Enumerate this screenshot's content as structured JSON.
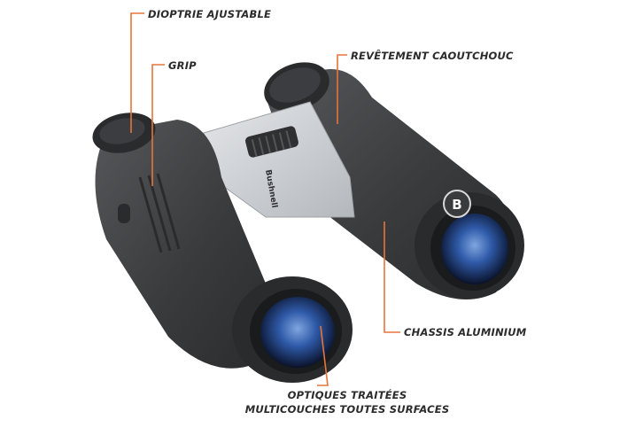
{
  "callouts": {
    "dioptre": "DIOPTRIE AJUSTABLE",
    "grip": "GRIP",
    "revetement": "REVÊTEMENT CAOUTCHOUC",
    "chassis": "CHASSIS ALUMINIUM",
    "optiques_line1": "OPTIQUES TRAITÉES",
    "optiques_line2": "MULTICOUCHES TOUTES SURFACES"
  },
  "product": {
    "bridge_logo_text": "Bushnell",
    "badge_letter": "B"
  },
  "colors": {
    "accent": "#e8743b",
    "label_text": "#2b2b2b",
    "body_dark": "#3a3b3d",
    "bridge_silver": "#c9ccd0",
    "lens_blue": "#2f5aa8"
  }
}
